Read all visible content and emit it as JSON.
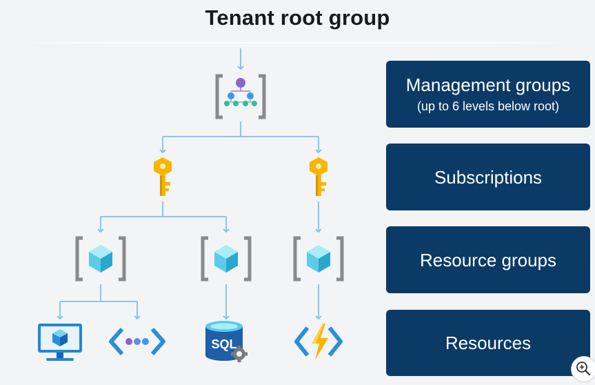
{
  "title": "Tenant root group",
  "levels": [
    {
      "label": "Management groups",
      "sublabel": "(up to 6 levels below root)"
    },
    {
      "label": "Subscriptions"
    },
    {
      "label": "Resource groups"
    },
    {
      "label": "Resources"
    }
  ],
  "nodes": {
    "root": {
      "icon": "management-group-icon"
    },
    "subscriptions": [
      {
        "icon": "key-icon"
      },
      {
        "icon": "key-icon"
      }
    ],
    "resource_groups": [
      {
        "icon": "resource-group-cube-icon"
      },
      {
        "icon": "resource-group-cube-icon"
      },
      {
        "icon": "resource-group-cube-icon"
      }
    ],
    "resources": [
      {
        "icon": "virtual-machine-icon"
      },
      {
        "icon": "virtual-network-icon"
      },
      {
        "icon": "sql-database-icon",
        "label": "SQL"
      },
      {
        "icon": "function-app-icon"
      }
    ]
  },
  "colors": {
    "connector": "#7cc0ee",
    "box_fill": "#0b3a66",
    "box_text": "#ffffff",
    "bracket": "#8a8a8a",
    "key": "#f7b500",
    "cube": "#5ccbe8",
    "vm": "#1e88d8"
  },
  "zoom": {
    "icon": "zoom-in-icon"
  }
}
